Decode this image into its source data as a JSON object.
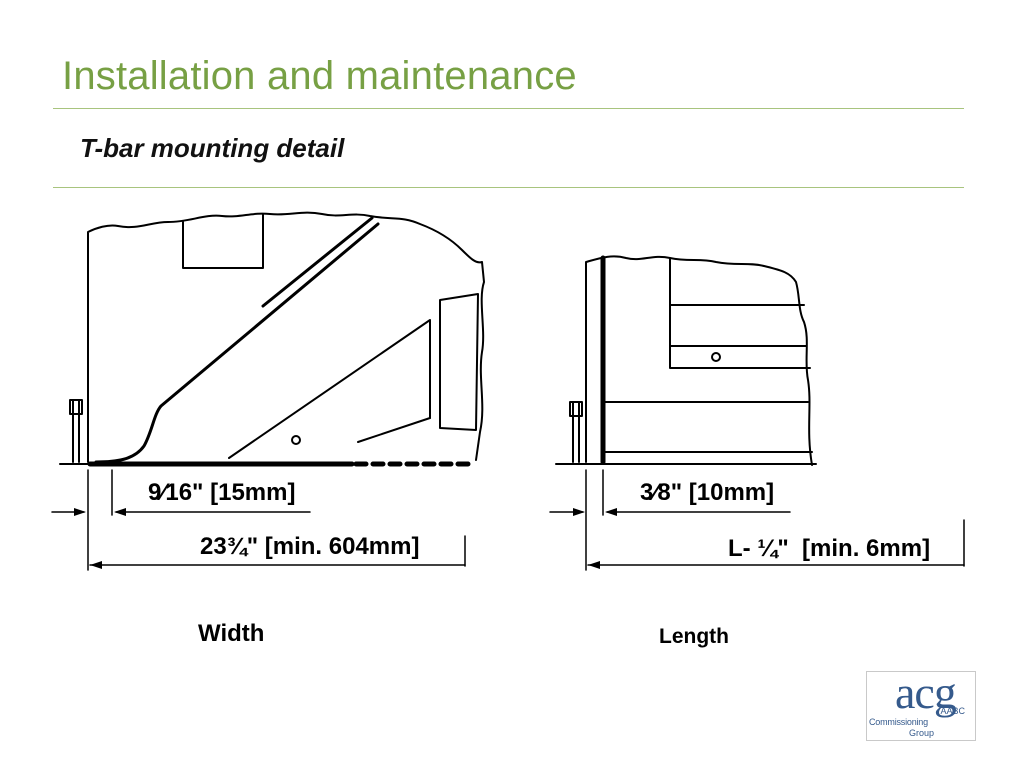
{
  "slide": {
    "title": "Installation and maintenance",
    "subtitle": "T-bar mounting detail"
  },
  "diagram_width": {
    "dim_inner": "9⁄16\" [15mm]",
    "dim_outer": "23¾\" [min. 604mm]",
    "caption": "Width"
  },
  "diagram_length": {
    "dim_inner": "3⁄8\" [10mm]",
    "dim_outer": "L- ¼\"  [min. 6mm]",
    "caption": "Length"
  },
  "logo": {
    "mark": "acg",
    "line1": "AABC",
    "line2": "Commissioning",
    "line3": "Group",
    "color": "#355a8c"
  },
  "colors": {
    "title": "#77a044",
    "rule": "#a8c47e"
  }
}
